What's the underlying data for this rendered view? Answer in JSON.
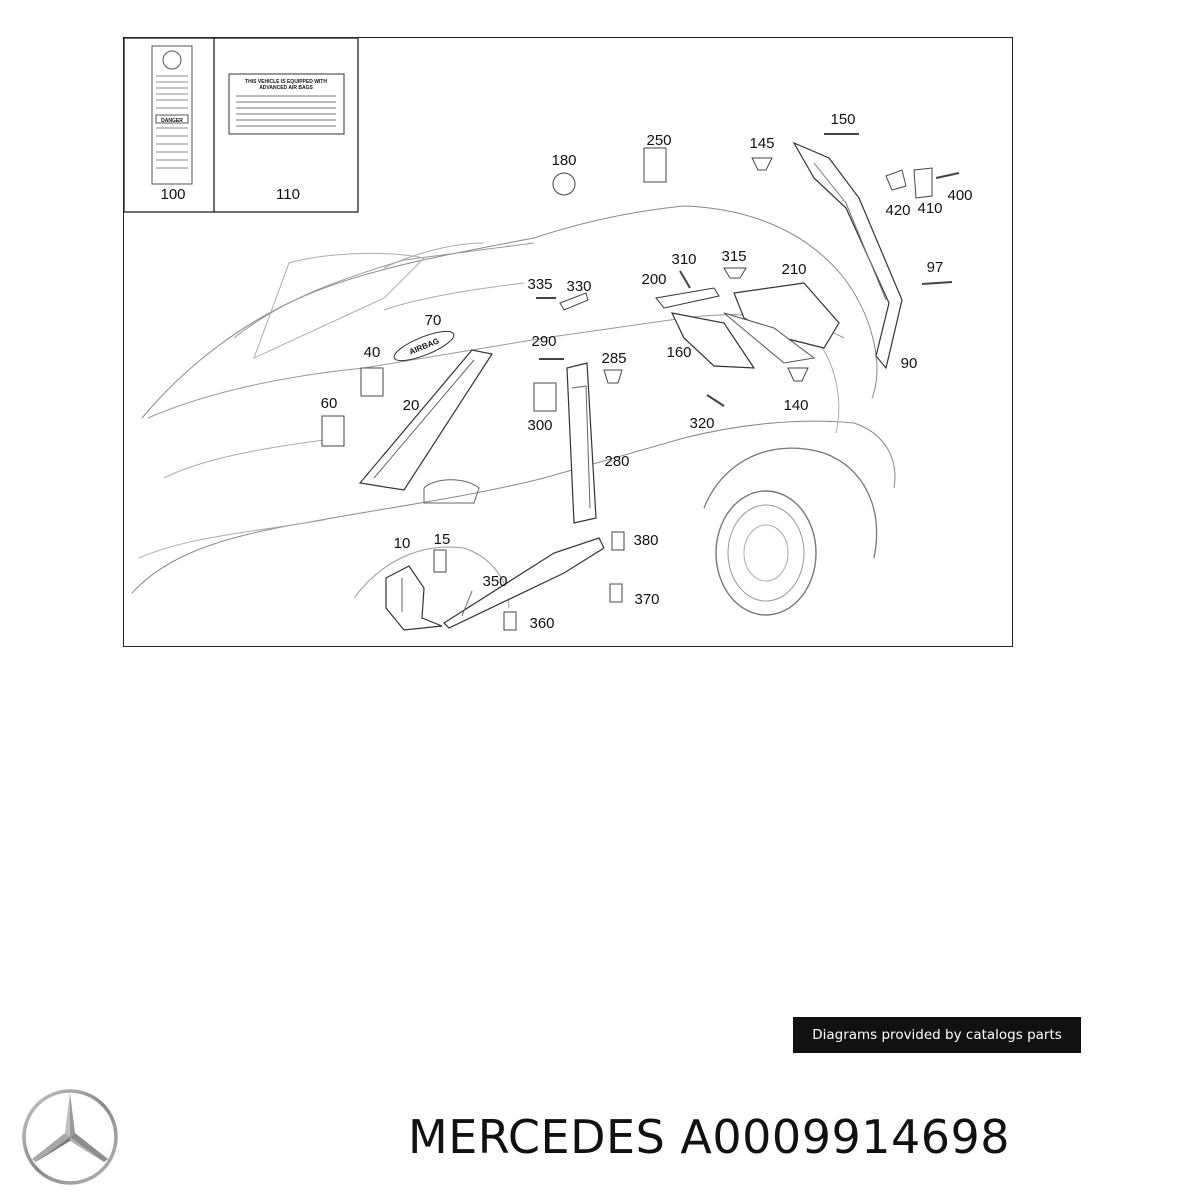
{
  "diagram": {
    "labels": {
      "l100": "100",
      "l110": "110",
      "l180": "180",
      "l250": "250",
      "l145": "145",
      "l150": "150",
      "l420": "420",
      "l410": "410",
      "l400": "400",
      "l335": "335",
      "l330": "330",
      "l310": "310",
      "l315": "315",
      "l200": "200",
      "l210": "210",
      "l97": "97",
      "l70": "70",
      "l40": "40",
      "l290": "290",
      "l285": "285",
      "l160": "160",
      "l90": "90",
      "l60": "60",
      "l20": "20",
      "l300": "300",
      "l320": "320",
      "l140": "140",
      "l280": "280",
      "l10": "10",
      "l15": "15",
      "l380": "380",
      "l350": "350",
      "l370": "370",
      "l360": "360"
    },
    "warning_label": {
      "line1": "THIS VEHICLE IS EQUIPPED WITH",
      "line2": "ADVANCED AIR BAGS",
      "heading": "DANGER"
    },
    "airbag_badge": "AIRBAG"
  },
  "credit": "Diagrams provided by catalogs parts",
  "title": {
    "brand": "MERCEDES",
    "part_number": "A0009914698"
  }
}
